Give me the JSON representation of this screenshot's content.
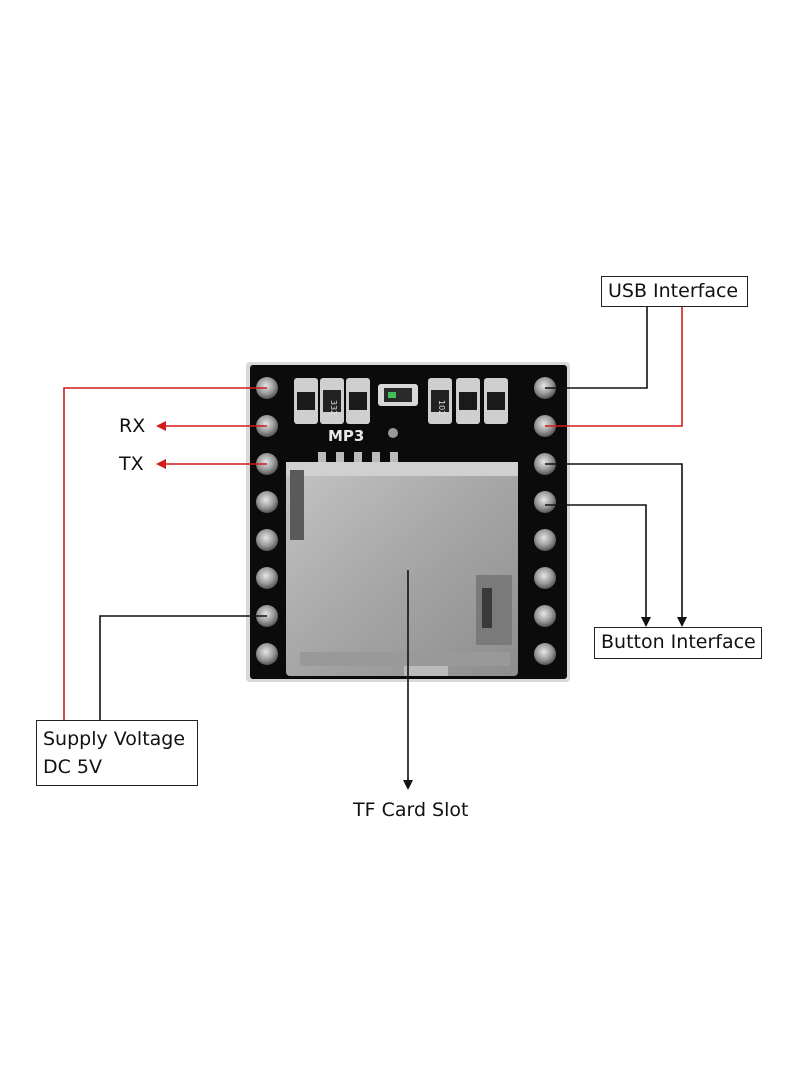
{
  "labels": {
    "usb_interface": "USB Interface",
    "rx": "RX",
    "tx": "TX",
    "button_interface": "Button Interface",
    "supply_voltage_line1": "Supply Voltage",
    "supply_voltage_line2": "DC 5V",
    "tf_card_slot": "TF Card Slot"
  },
  "board": {
    "silkscreen": "MP3",
    "resistor_codes": [
      "332",
      "102"
    ]
  },
  "colors": {
    "wire_red": "#d11a1a",
    "wire_black": "#111111",
    "pcb": "#0b0b0b",
    "card_slot_metal": "#a9a9a9"
  },
  "icons": [
    "pin-icon",
    "arrow-icon"
  ]
}
